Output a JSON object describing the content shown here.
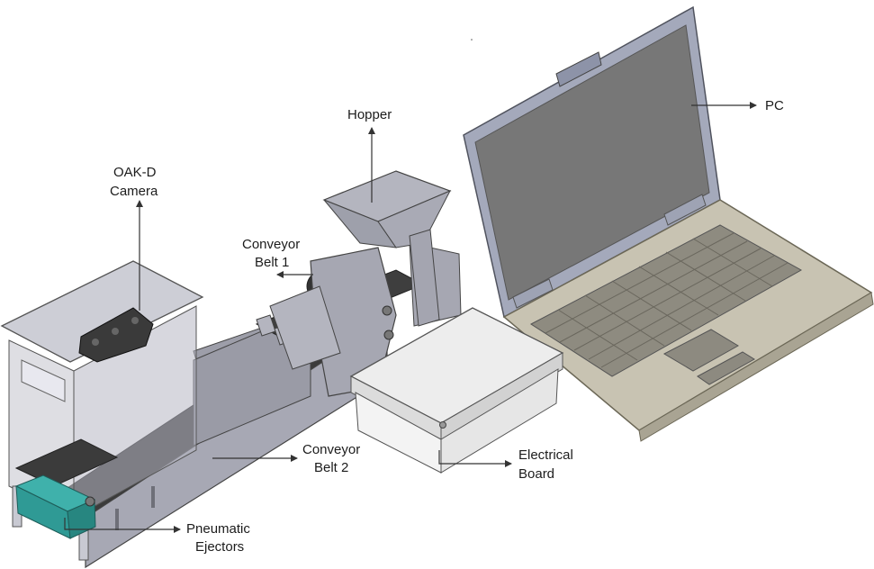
{
  "labels": {
    "hopper": "Hopper",
    "pc": "PC",
    "oak_line1": "OAK-D",
    "oak_line2": "Camera",
    "conv1_line1": "Conveyor",
    "conv1_line2": "Belt 1",
    "conv2_line1": "Conveyor",
    "conv2_line2": "Belt 2",
    "elec_line1": "Electrical",
    "elec_line2": "Board",
    "pneu_line1": "Pneumatic",
    "pneu_line2": "Ejectors"
  },
  "colors": {
    "metal": "#a9aab4",
    "metal_dark": "#8c8d98",
    "belt": "#3a3a3a",
    "ejector": "#2f9a95",
    "laptop_body": "#c7c2b2",
    "laptop_screen": "#767676",
    "laptop_bezel": "#9fa4b6",
    "box": "#ececec",
    "arrow": "#333333"
  }
}
